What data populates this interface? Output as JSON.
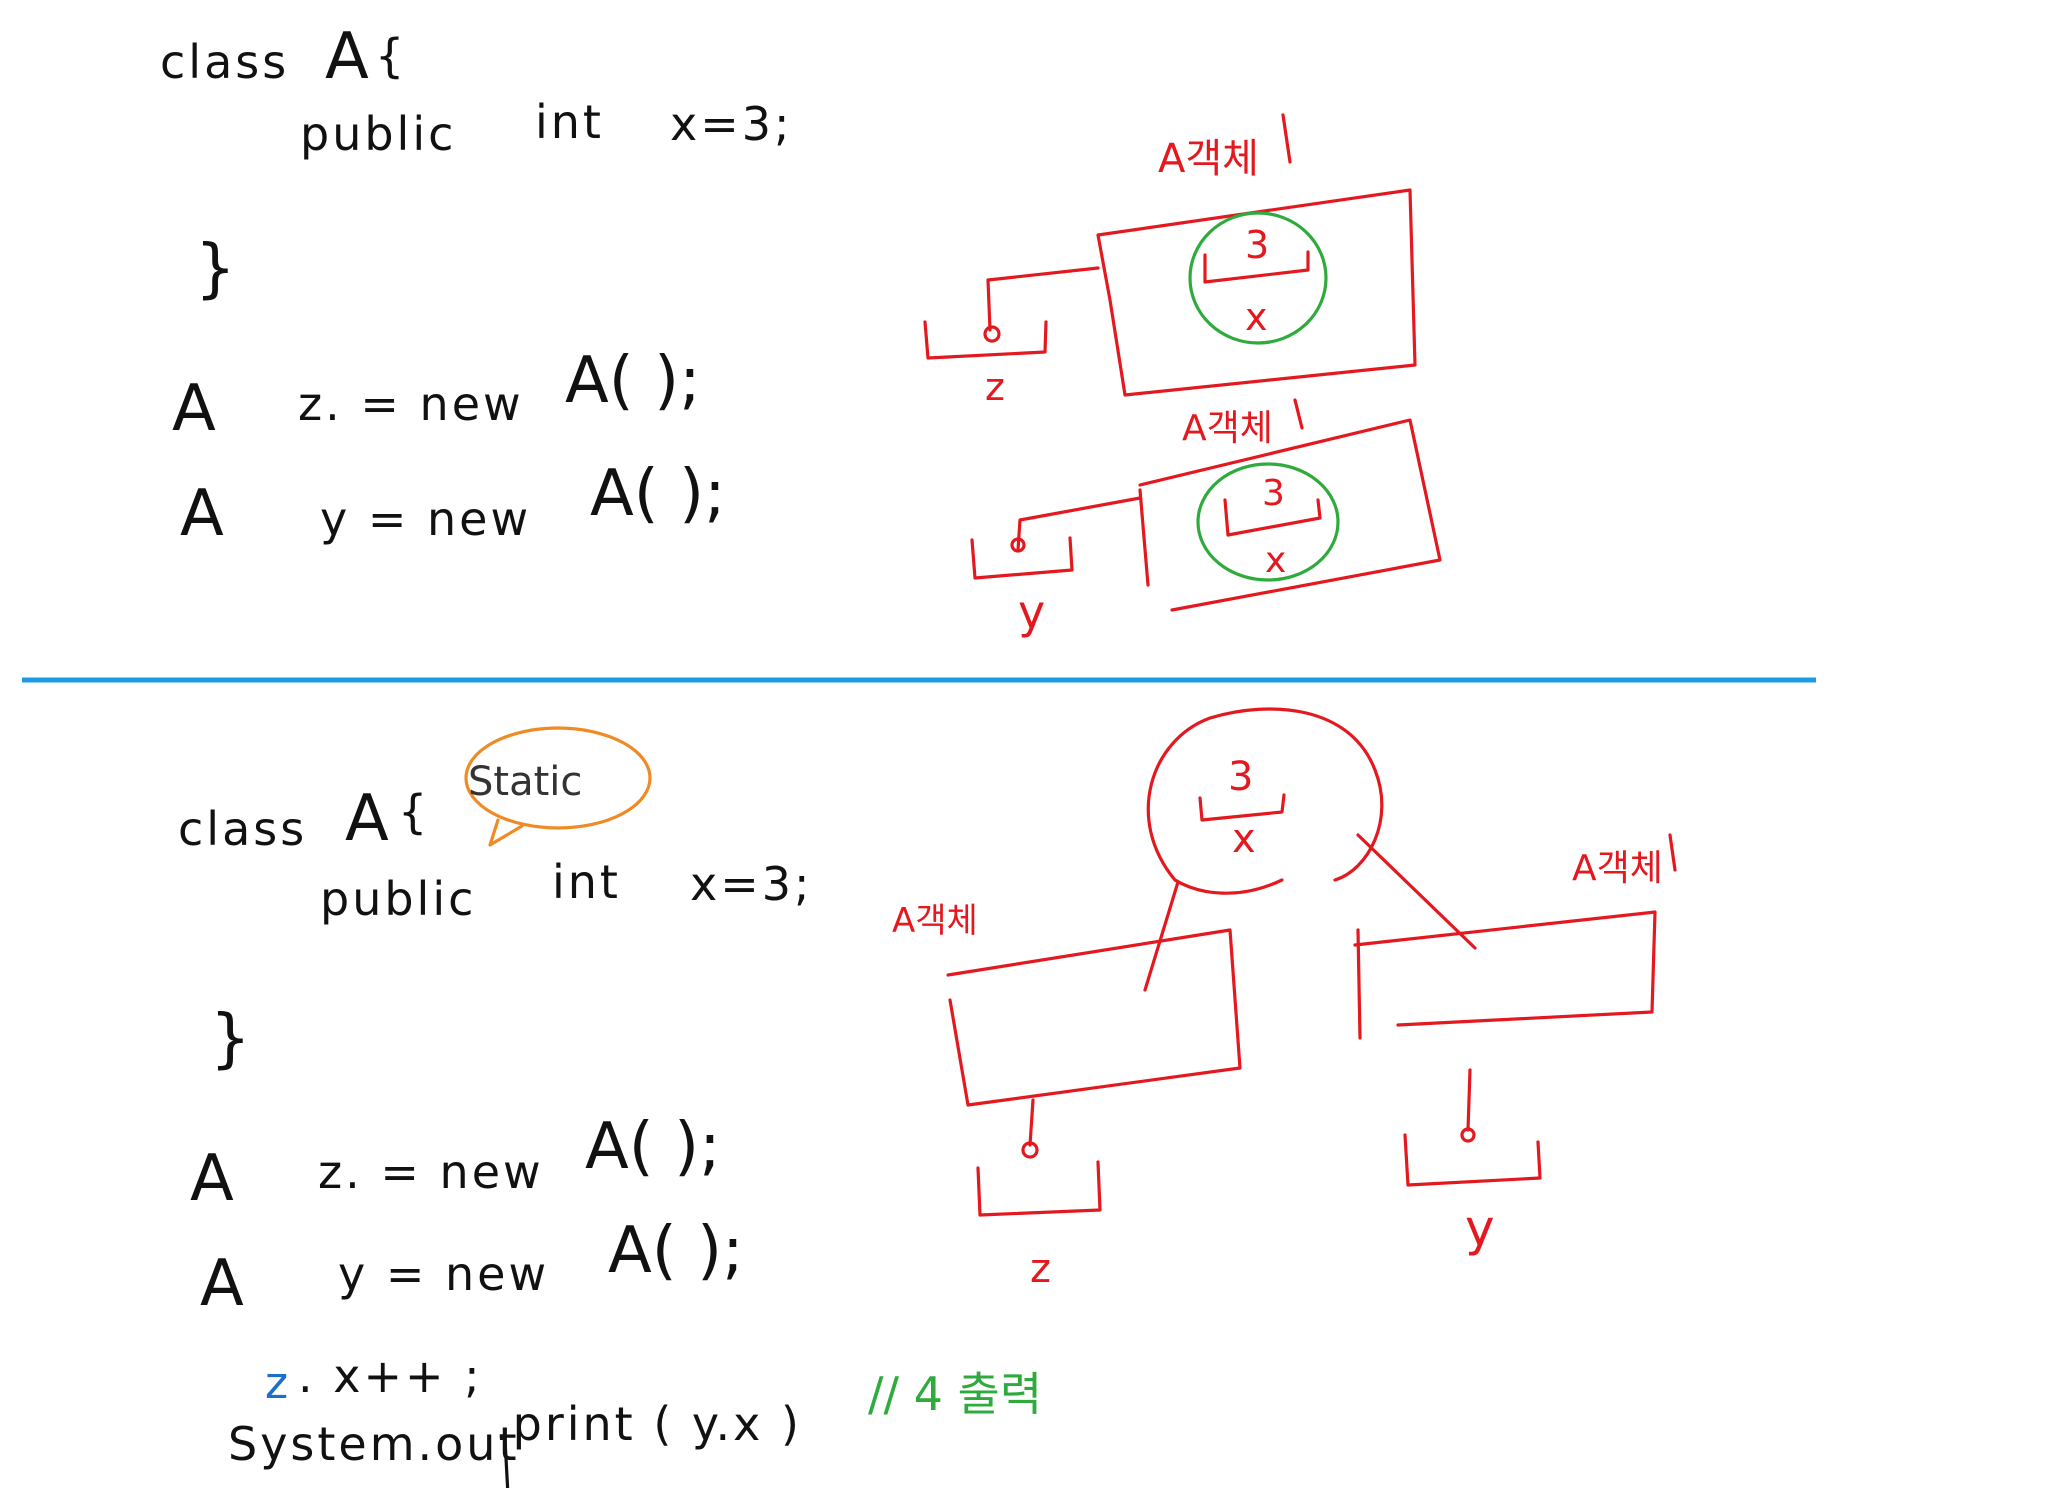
{
  "top": {
    "code": {
      "class_kw": "class",
      "class_name": "A",
      "open_brace": "{",
      "public_kw": "public",
      "int_kw": "int",
      "field": "x=3;",
      "close_brace": "}",
      "line1_type": "A",
      "line1_rest": "z. = new",
      "line1_ctor": "A( );",
      "line2_type": "A",
      "line2_rest": "y = new",
      "line2_ctor": "A( );"
    },
    "diagram": {
      "object1_label": "A객체",
      "object1_value": "3",
      "object1_field": "x",
      "ref1_label": "z",
      "object2_label": "A객체",
      "object2_value": "3",
      "object2_field": "x",
      "ref2_label": "y"
    }
  },
  "bottom": {
    "code": {
      "class_kw": "class",
      "class_name": "A",
      "open_brace": "{",
      "static_kw": "Static",
      "public_kw": "public",
      "int_kw": "int",
      "field": "x=3;",
      "close_brace": "}",
      "line1_type": "A",
      "line1_rest": "z. = new",
      "line1_ctor": "A( );",
      "line2_type": "A",
      "line2_rest": "y = new",
      "line2_ctor": "A( );",
      "increment_obj": "z",
      "increment_rest": ". x++ ;",
      "print_system": "System.out",
      "print_call": ".print ( y.x )",
      "print_comment": "// 4 출력"
    },
    "diagram": {
      "shared_value": "3",
      "shared_field": "x",
      "object1_label": "A객체",
      "ref1_label": "z",
      "object2_label": "A객체",
      "ref2_label": "y"
    }
  },
  "colors": {
    "code_ink": "#111111",
    "diagram_ink": "#e3191f",
    "field_circle": "#2faa3c",
    "static_highlight": "#f08a25",
    "divider": "#1a9be3",
    "comment": "#2faa3c"
  }
}
